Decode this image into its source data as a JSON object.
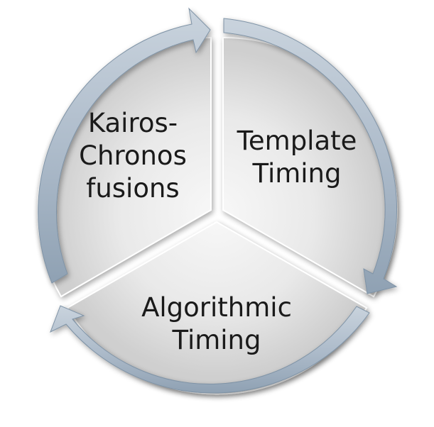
{
  "diagram": {
    "type": "cycle",
    "colors": {
      "segment_fill": "#e6e6e6",
      "arrow_fill": "#aebccb",
      "label_text": "#1a1a1a"
    },
    "segments": [
      {
        "lines": [
          "Kairos-",
          "Chronos",
          "fusions"
        ]
      },
      {
        "lines": [
          "Template",
          "Timing"
        ]
      },
      {
        "lines": [
          "Algorithmic",
          "Timing"
        ]
      }
    ]
  }
}
